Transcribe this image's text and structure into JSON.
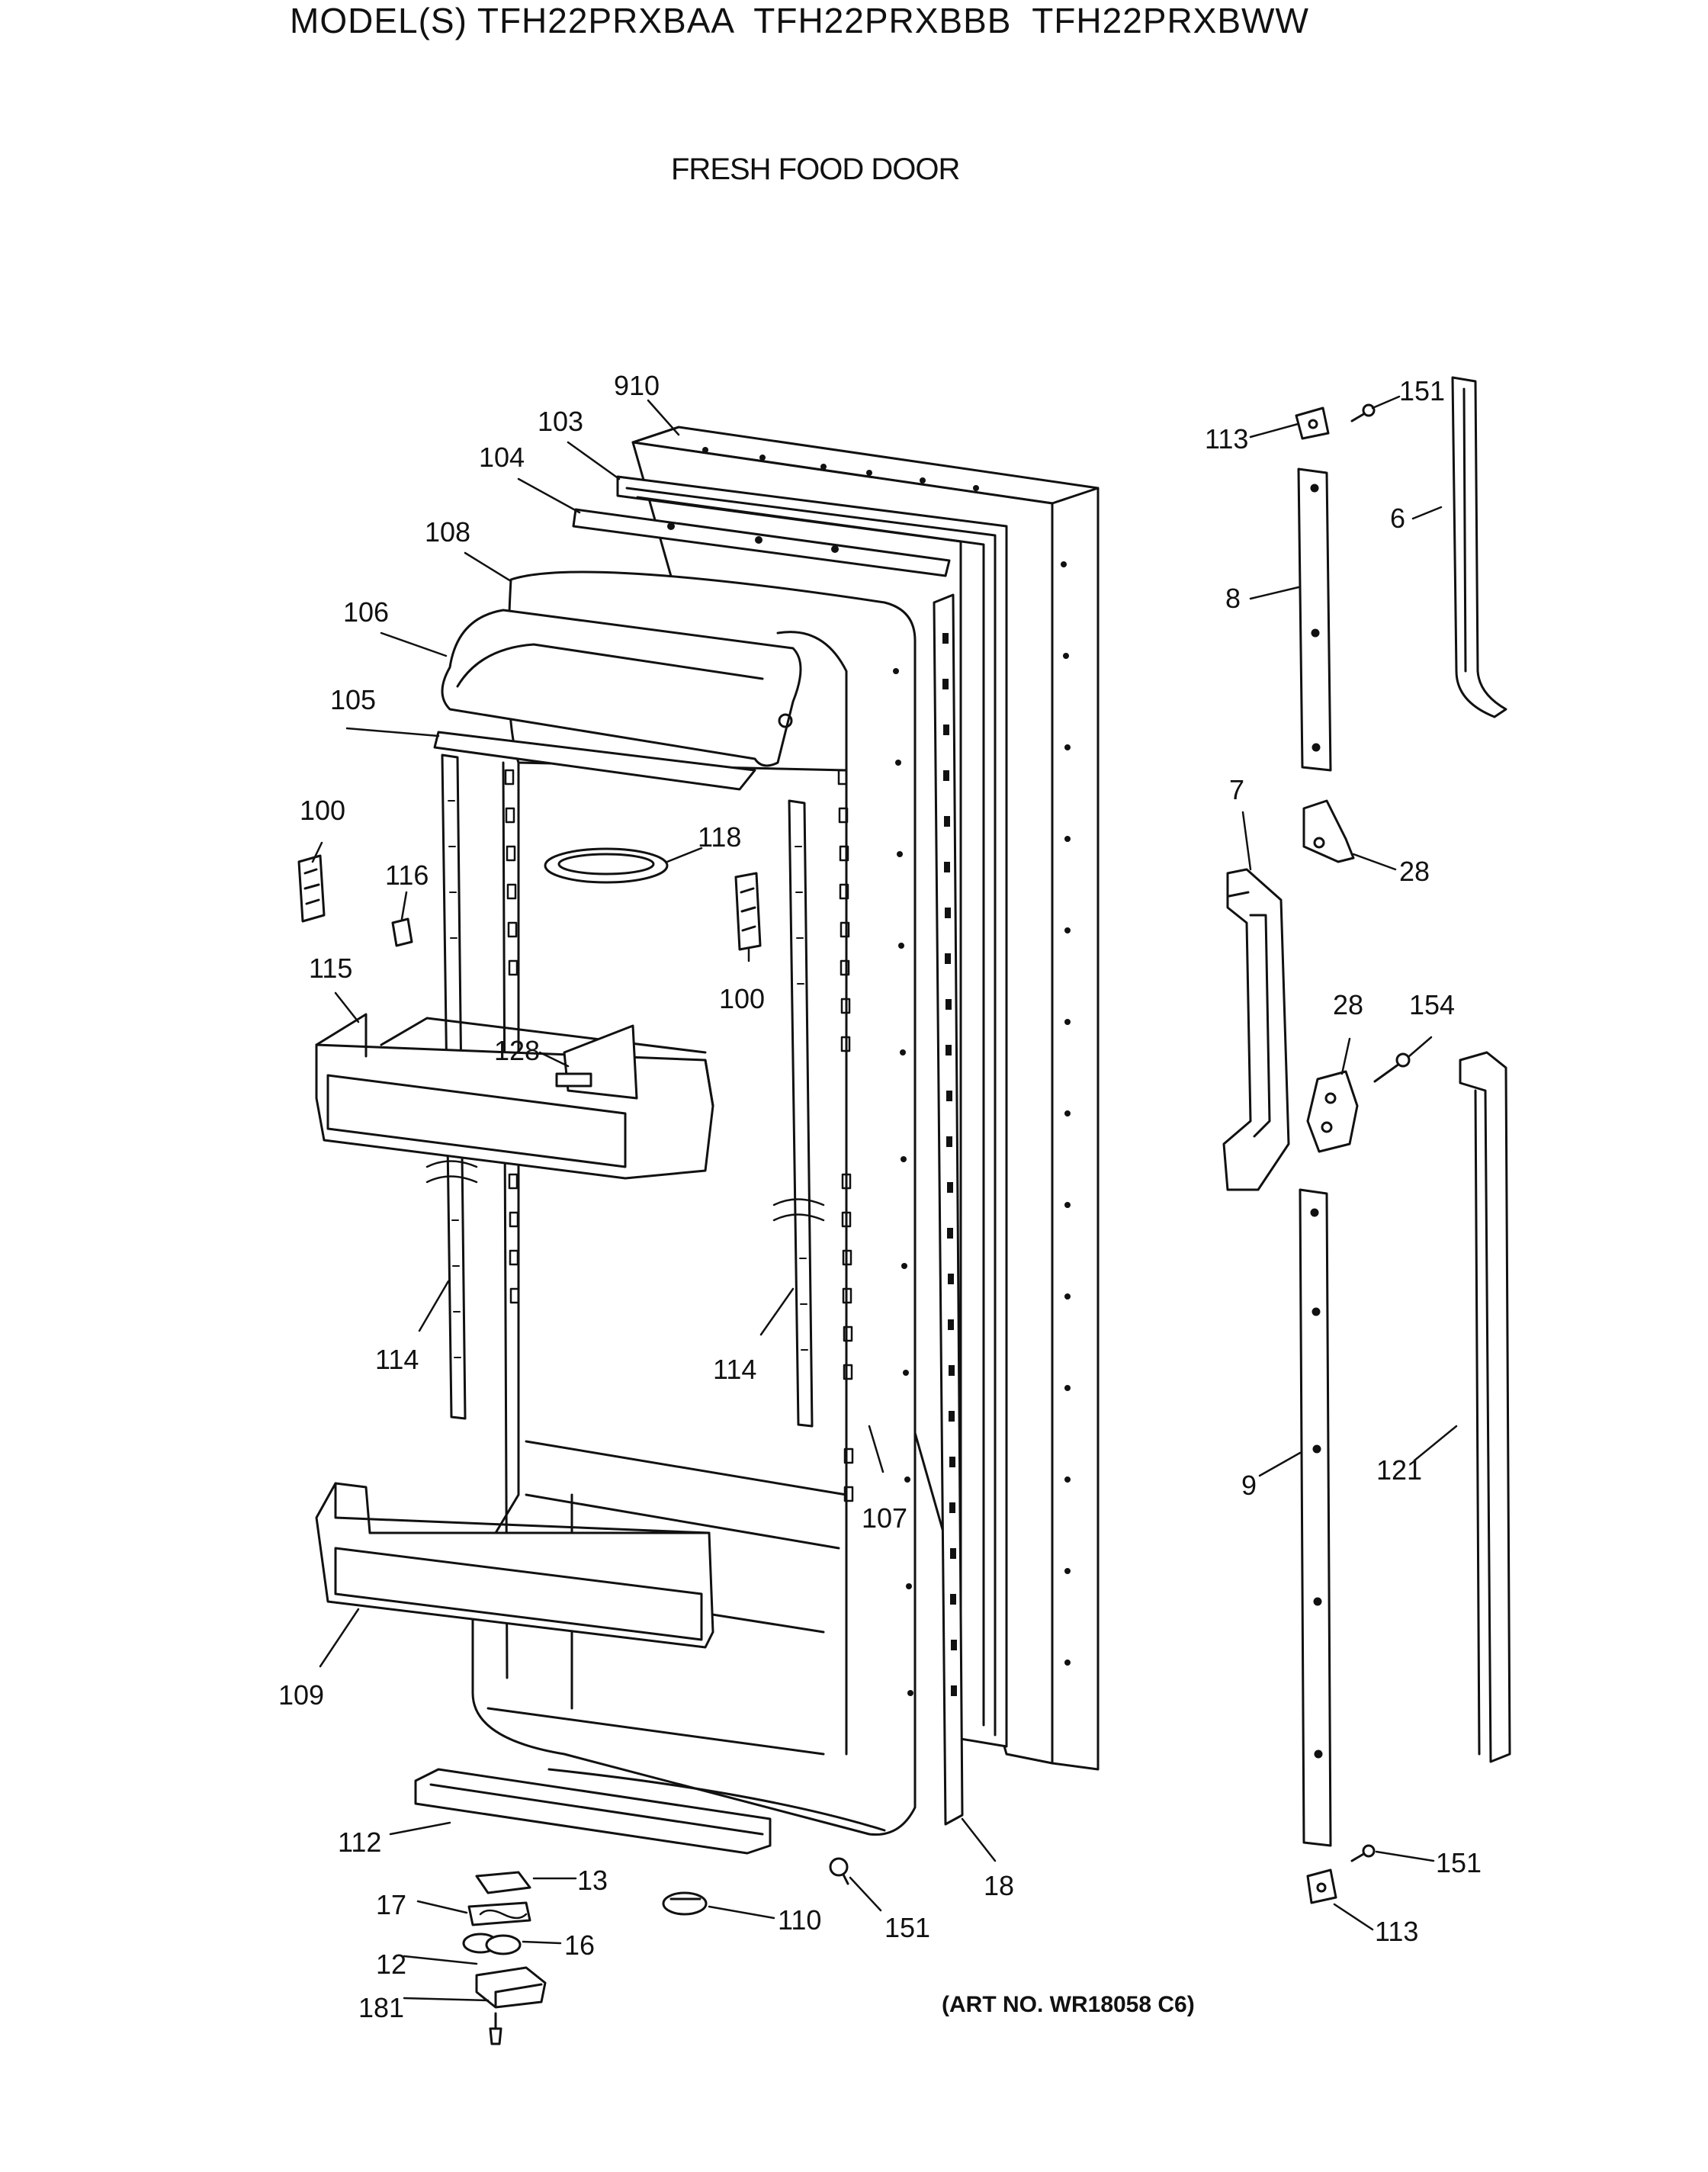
{
  "header": {
    "title": "MODEL(S) TFH22PRXBAA  TFH22PRXBBB  TFH22PRXBWW",
    "subtitle": "FRESH FOOD DOOR"
  },
  "footer": {
    "art_no": "(ART NO. WR18058 C6)"
  },
  "callouts": [
    {
      "id": "c910",
      "label": "910"
    },
    {
      "id": "c103",
      "label": "103"
    },
    {
      "id": "c104",
      "label": "104"
    },
    {
      "id": "c108",
      "label": "108"
    },
    {
      "id": "c106",
      "label": "106"
    },
    {
      "id": "c105",
      "label": "105"
    },
    {
      "id": "c100a",
      "label": "100"
    },
    {
      "id": "c116",
      "label": "116"
    },
    {
      "id": "c118",
      "label": "118"
    },
    {
      "id": "c100b",
      "label": "100"
    },
    {
      "id": "c115",
      "label": "115"
    },
    {
      "id": "c128",
      "label": "128"
    },
    {
      "id": "c114a",
      "label": "114"
    },
    {
      "id": "c114b",
      "label": "114"
    },
    {
      "id": "c107",
      "label": "107"
    },
    {
      "id": "c109",
      "label": "109"
    },
    {
      "id": "c112",
      "label": "112"
    },
    {
      "id": "c13",
      "label": "13"
    },
    {
      "id": "c17",
      "label": "17"
    },
    {
      "id": "c16",
      "label": "16"
    },
    {
      "id": "c12",
      "label": "12"
    },
    {
      "id": "c181",
      "label": "181"
    },
    {
      "id": "c110",
      "label": "110"
    },
    {
      "id": "c151a",
      "label": "151"
    },
    {
      "id": "c18",
      "label": "18"
    },
    {
      "id": "c113a",
      "label": "113"
    },
    {
      "id": "c151b",
      "label": "151"
    },
    {
      "id": "c6",
      "label": "6"
    },
    {
      "id": "c8",
      "label": "8"
    },
    {
      "id": "c7",
      "label": "7"
    },
    {
      "id": "c28a",
      "label": "28"
    },
    {
      "id": "c28b",
      "label": "28"
    },
    {
      "id": "c154",
      "label": "154"
    },
    {
      "id": "c9",
      "label": "9"
    },
    {
      "id": "c121",
      "label": "121"
    },
    {
      "id": "c151c",
      "label": "151"
    },
    {
      "id": "c113b",
      "label": "113"
    }
  ]
}
